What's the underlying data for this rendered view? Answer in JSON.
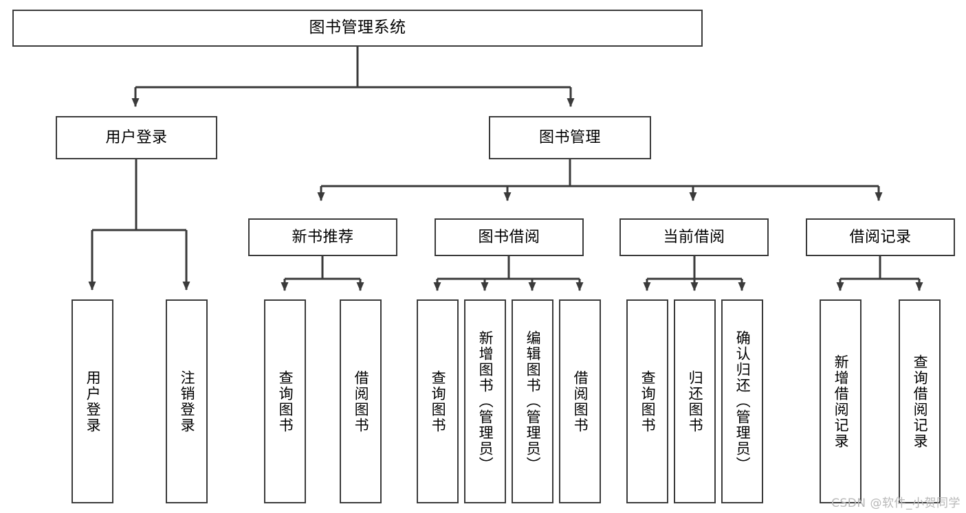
{
  "diagram": {
    "type": "tree-hierarchy",
    "title": "图书管理系统",
    "watermark": "CSDN @软件_小贺同学",
    "colors": {
      "node_border": "#3a3a3a",
      "node_fill": "#ffffff",
      "edge": "#3a3a3a",
      "text": "#000000",
      "watermark": "#b8b8b8",
      "background": "#ffffff"
    },
    "nodes": {
      "root": {
        "label": "图书管理系统"
      },
      "level2": [
        {
          "id": "user-login",
          "label": "用户登录"
        },
        {
          "id": "book-management",
          "label": "图书管理"
        }
      ],
      "level3": [
        {
          "id": "new-book-recommend",
          "label": "新书推荐"
        },
        {
          "id": "book-borrow",
          "label": "图书借阅"
        },
        {
          "id": "current-borrow",
          "label": "当前借阅"
        },
        {
          "id": "borrow-record",
          "label": "借阅记录"
        }
      ],
      "leaves": {
        "user_login": [
          {
            "id": "leaf-user-login",
            "label": "用户登录"
          },
          {
            "id": "leaf-logout-login",
            "label": "注销登录"
          }
        ],
        "new_book_recommend": [
          {
            "id": "leaf-query-book-1",
            "label": "查询图书"
          },
          {
            "id": "leaf-borrow-book-1",
            "label": "借阅图书"
          }
        ],
        "book_borrow": [
          {
            "id": "leaf-query-book-2",
            "label": "查询图书"
          },
          {
            "id": "leaf-add-book",
            "label": "新增图书（管理员）"
          },
          {
            "id": "leaf-edit-book",
            "label": "编辑图书（管理员）"
          },
          {
            "id": "leaf-borrow-book-2",
            "label": "借阅图书"
          }
        ],
        "current_borrow": [
          {
            "id": "leaf-query-book-3",
            "label": "查询图书"
          },
          {
            "id": "leaf-return-book",
            "label": "归还图书"
          },
          {
            "id": "leaf-confirm-return",
            "label": "确认归还（管理员）"
          }
        ],
        "borrow_record": [
          {
            "id": "leaf-add-borrow-record",
            "label": "新增借阅记录"
          },
          {
            "id": "leaf-query-borrow-record",
            "label": "查询借阅记录"
          }
        ]
      }
    }
  }
}
